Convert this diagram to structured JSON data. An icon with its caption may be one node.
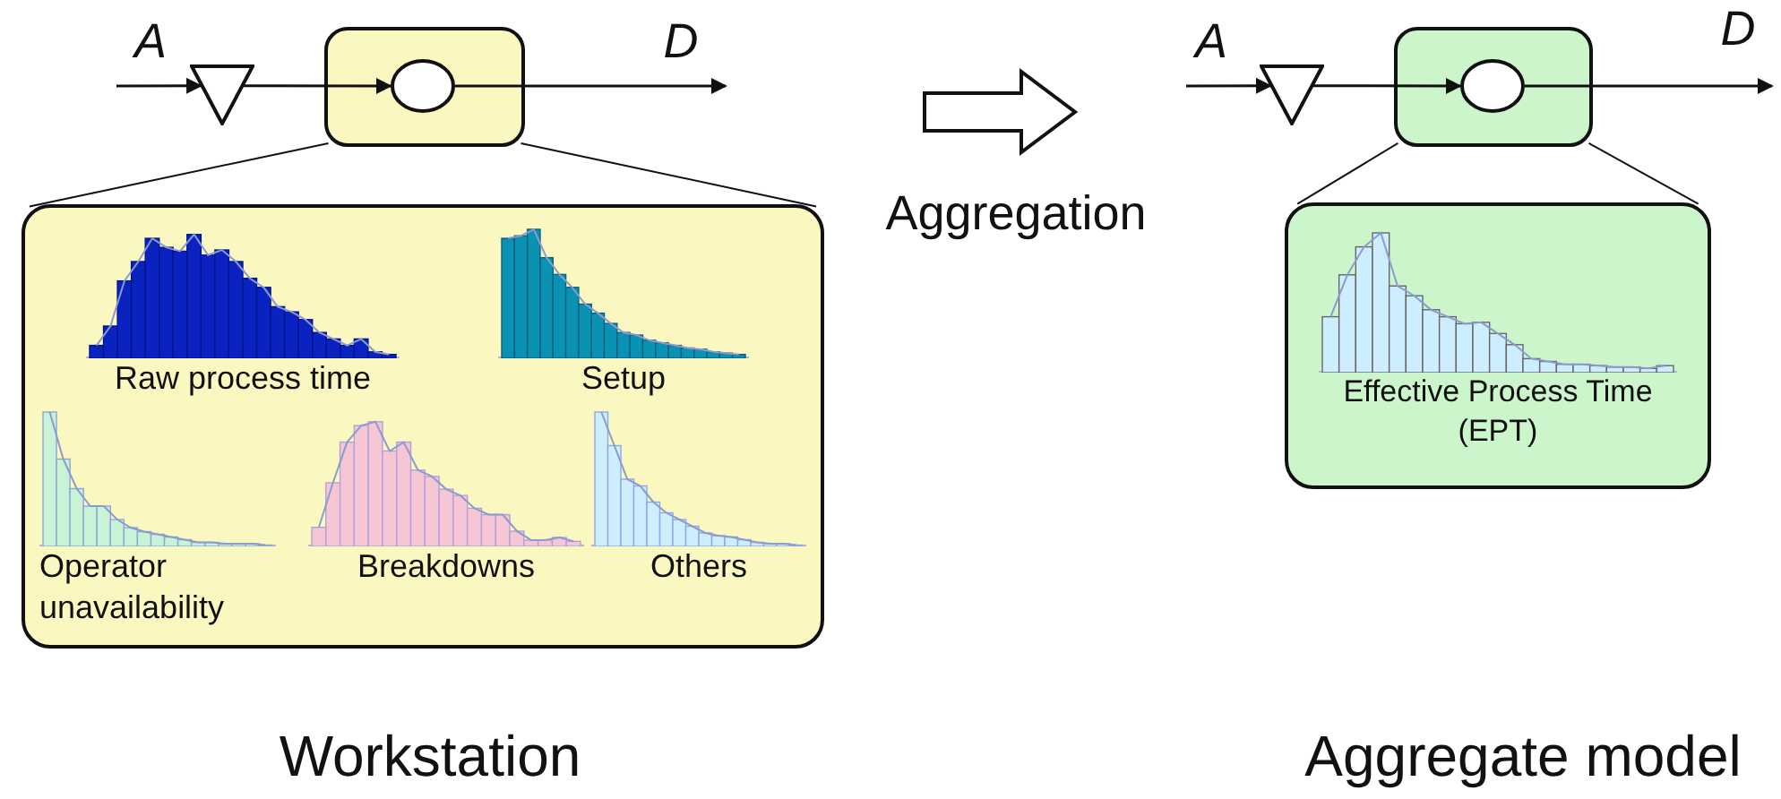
{
  "diagram": {
    "nodes": [
      {
        "text": [],
        "shape": "triangle"
      },
      {
        "text": [],
        "shape": "box"
      },
      {
        "text": [],
        "shape": "circle",
        "in": 1
      },
      {
        "text": [],
        "shape": "box"
      },
      {
        "text": [
          "Raw process time"
        ],
        "in": 3
      },
      {
        "text": [
          "Setup"
        ],
        "in": 3
      },
      {
        "text": [
          "Operator unavailability"
        ],
        "in": 3
      },
      {
        "text": [
          "Breakdowns"
        ],
        "in": 3
      },
      {
        "text": [
          "Others"
        ],
        "in": 3
      },
      {
        "text": [],
        "shape": "triangle"
      },
      {
        "text": [],
        "shape": "box"
      },
      {
        "text": [],
        "shape": "circle",
        "in": 10
      },
      {
        "text": [],
        "shape": "box"
      },
      {
        "text": [
          "Effective Process Time (EPT)"
        ],
        "in": 12
      }
    ],
    "edges": [
      {
        "from": null,
        "to": 0,
        "arrow": "to"
      },
      {
        "from": 0,
        "to": 2,
        "arrow": "to"
      },
      {
        "from": 2,
        "to": null,
        "arrow": "to"
      },
      {
        "from": 1,
        "to": 3,
        "arrow": "none"
      },
      {
        "from": 1,
        "to": 3,
        "arrow": "none"
      },
      {
        "from": null,
        "to": 9,
        "arrow": "to"
      },
      {
        "from": 9,
        "to": 11,
        "arrow": "to"
      },
      {
        "from": 11,
        "to": null,
        "arrow": "to"
      },
      {
        "from": 10,
        "to": 12,
        "arrow": "none"
      },
      {
        "from": 10,
        "to": 12,
        "arrow": "none"
      }
    ],
    "labels": [
      "A",
      "D",
      "A",
      "D",
      "Aggregation",
      "Workstation",
      "Aggregate model"
    ]
  }
}
